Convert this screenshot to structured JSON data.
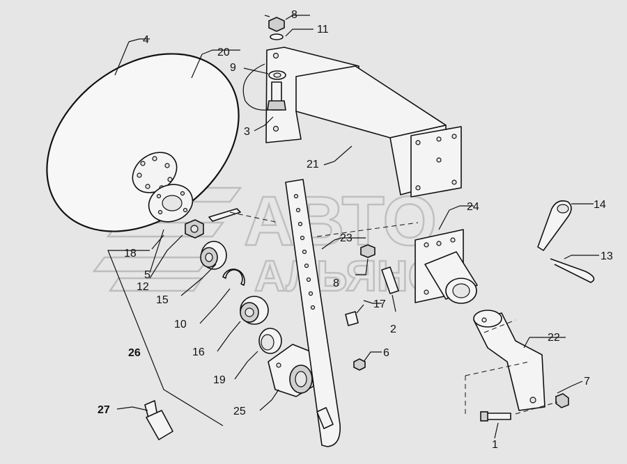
{
  "watermark": {
    "line1": "АВТО",
    "line2": "АЛЬЯНС"
  },
  "labels": {
    "l1": "1",
    "l2": "2",
    "l3": "3",
    "l4": "4",
    "l5": "5",
    "l6": "6",
    "l7": "7",
    "l8a": "8",
    "l8b": "8",
    "l9": "9",
    "l10": "10",
    "l11": "11",
    "l12": "12",
    "l13": "13",
    "l14": "14",
    "l15": "15",
    "l16": "16",
    "l17": "17",
    "l18": "18",
    "l19": "19",
    "l20": "20",
    "l21": "21",
    "l22": "22",
    "l23": "23",
    "l24": "24",
    "l25": "25",
    "l26": "26",
    "l27": "27"
  }
}
